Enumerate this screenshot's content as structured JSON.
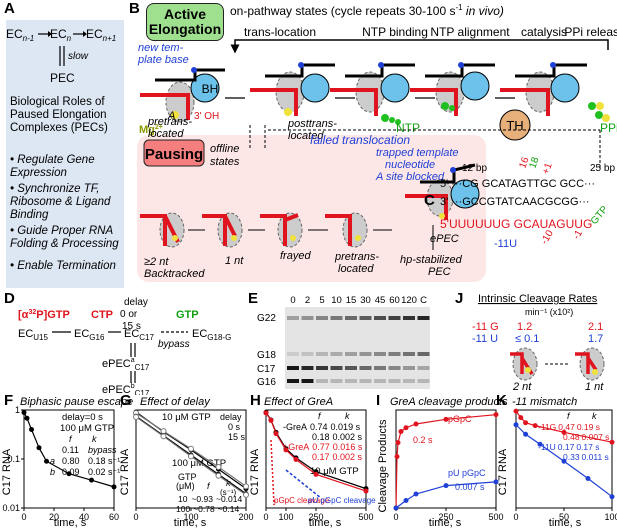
{
  "panels": {
    "A": {
      "letter": "A",
      "scheme_top": "EC",
      "sub_n1": "n-1",
      "sub_n": "n",
      "sub_np1": "n+1",
      "slow": "slow",
      "pec": "PEC",
      "title": "Biological Roles of Paused Elongation Complexes (PECs)",
      "roles": [
        "Regulate Gene Expression",
        "Synchronize TF, Ribosome & Ligand Binding",
        "Guide Proper RNA Folding & Processing",
        "Enable Termination"
      ]
    },
    "B": {
      "letter": "B",
      "active_box": "Active Elongation",
      "onpath": "on-pathway states (cycle repeats 30-100 s",
      "onpath_tail": " in vivo)",
      "onpath_sup": "-1",
      "steps": [
        "trans-location",
        "NTP binding",
        "NTP alignment",
        "catalysis",
        "PPi release"
      ],
      "new_template": "new tem-plate base",
      "bh": "BH",
      "mg": "Mg",
      "mg_sup": "2+",
      "a": "A",
      "three_oh": "3' OH",
      "pretrans": "pretrans-located",
      "posttrans": "posttrans-located",
      "ntp": "NTP",
      "th": "TH",
      "ppi": "PPi",
      "failed": "failed translocation",
      "pausing_box": "Pausing",
      "offline": "offline states",
      "trapped": "trapped template nucleotide A site blocked",
      "backtracked": "Backtracked",
      "ge2nt": "≥2 nt",
      "one_nt": "1 nt",
      "frayed": "frayed",
      "pretrans2": "pretrans-located",
      "epec": "ePEC",
      "hp_pec": "hp-stabilized PEC"
    },
    "C": {
      "letter": "C",
      "bp12": "12 bp",
      "bp25": "25 bp",
      "top_strand_5": "5'",
      "top_strand": "···CG  GCATAGTTGC  GCC···",
      "bot_strand_3": "3'",
      "bot_strand": "···GCCGTATCAACGCGG···",
      "rna": "5'UUUUUUG GCAUAGUUG",
      "gtp": "GTP",
      "m11u": "-11U",
      "m10": "-10",
      "m1": "-1",
      "p1": "+1",
      "p16": "16",
      "p18": "18"
    },
    "D": {
      "letter": "D",
      "label1": "[α",
      "label1_sup": "32",
      "label1_tail": "P]GTP",
      "ctp": "CTP",
      "gtp": "GTP",
      "delay": "delay 0 or 15 s",
      "bypass": "bypass",
      "ec": "EC",
      "u15": "U15",
      "g16": "G16",
      "c17": "C17",
      "g18": "G18-G22",
      "epec_a": "ePEC",
      "epec_a_sup": "a",
      "epec_b": "ePEC",
      "epec_b_sup": "b"
    },
    "E": {
      "letter": "E",
      "times": [
        "0",
        "2",
        "5",
        "10",
        "15",
        "30",
        "45",
        "60",
        "120",
        "C"
      ],
      "bands": [
        "G22",
        "G18",
        "C17",
        "G16"
      ]
    },
    "F": {
      "letter": "F",
      "title": "Biphasic pause escape",
      "ylabel": "C17 RNA",
      "xlabel": "time, s",
      "legend1": "delay=0 s",
      "legend2": "100 μM GTP",
      "hdr_f": "f",
      "hdr_k": "k",
      "row_a": [
        "0.11",
        "bypass"
      ],
      "row_b_label": "a",
      "row_b": [
        "0.80",
        "0.18 s⁻¹"
      ],
      "row_c_label": "b",
      "row_c": [
        "0.09",
        "0.02 s⁻¹"
      ]
    },
    "G": {
      "letter": "G",
      "title": "Effect of delay",
      "ylabel": "C17 RNA",
      "xlabel": "time, s",
      "gtp10": "10 μM GTP",
      "gtp100": "100 μM GTP",
      "delay_hdr": "delay",
      "delay0": "0 s",
      "delay15": "15 s",
      "tbl_gtp": "GTP",
      "tbl_um": "(μM)",
      "tbl_f": "f",
      "tbl_k": "k",
      "tbl_unit": "(s⁻¹)",
      "r10": [
        "10",
        "~0.93",
        "~0.014"
      ],
      "r100": [
        "100",
        "~0.78",
        "~0.14"
      ]
    },
    "H": {
      "letter": "H",
      "title": "Effect of GreA",
      "ylabel": "C17 RNA",
      "xlabel": "time, s",
      "hdr_f": "f",
      "hdr_k": "k",
      "minus": "-GreA",
      "minus_vals": [
        "0.74",
        "0.019 s"
      ],
      "m2": [
        "0.18",
        "0.002 s"
      ],
      "plus": "+GreA",
      "plus_vals": [
        "0.77",
        "0.016 s"
      ],
      "p2": [
        "0.17",
        "0.002 s"
      ],
      "gtp": "10 μM GTP",
      "cleave1": "pGpC cleavage",
      "cleave2": "pU pGpC cleavage"
    },
    "I": {
      "letter": "I",
      "title": "GreA cleavage products",
      "ylabel": "Cleavage Products",
      "xlabel": "time, s",
      "pgpc": "pGpC",
      "pgpc_rate": "0.2 s",
      "pupgpc": "pU pGpC",
      "pupgpc_rate": "0.007 s"
    },
    "J": {
      "letter": "J",
      "title": "Intrinsic Cleavage Rates",
      "unit": "min⁻¹ (x10²)",
      "g11": "-11 G",
      "u11": "-11 U",
      "g_left": "1.2",
      "u_left": "≤ 0.1",
      "g_right": "2.1",
      "u_right": "1.7",
      "nt2": "2 nt",
      "nt1": "1 nt"
    },
    "K": {
      "letter": "K",
      "title": "-11 mismatch",
      "ylabel": "C17 RNA",
      "xlabel": "time, s",
      "hdr_f": "f",
      "hdr_k": "k",
      "g1": [
        "-11G",
        "0.47",
        "0.19 s"
      ],
      "g2": [
        "",
        "0.48",
        "0.007 s"
      ],
      "u1": [
        "-11U",
        "0.17",
        "0.17 s"
      ],
      "u2": [
        "",
        "0.33",
        "0.011 s"
      ]
    }
  },
  "colors": {
    "rna": "#e0141e",
    "template": "#1f3fd6",
    "ntp": "#21c021",
    "bh": "#6cc2ea",
    "th": "#e7b07a",
    "mg": "#f0e23a",
    "paneA_bg": "#dde6f3",
    "pausing_bg": "#fde7e6"
  },
  "chart_data": [
    {
      "panel": "F",
      "type": "scatter",
      "title": "Biphasic pause escape",
      "xlabel": "time, s",
      "ylabel": "C17 RNA",
      "yscale": "log",
      "xlim": [
        0,
        60
      ],
      "ylim": [
        0.01,
        1
      ],
      "x_ticks": [
        0,
        20,
        40,
        60
      ],
      "y_ticks": [
        0.01,
        0.1,
        1
      ],
      "series": [
        {
          "values": [
            [
              0,
              0.89
            ],
            [
              2,
              0.68
            ],
            [
              5,
              0.4
            ],
            [
              10,
              0.17
            ],
            [
              15,
              0.09
            ],
            [
              30,
              0.05
            ],
            [
              45,
              0.037
            ],
            [
              60,
              0.027
            ]
          ]
        }
      ]
    },
    {
      "panel": "G",
      "type": "scatter",
      "title": "Effect of delay",
      "xlabel": "time, s",
      "ylabel": "C17 RNA",
      "yscale": "log",
      "xlim": [
        0,
        200
      ],
      "x_ticks": [
        0,
        100,
        200
      ],
      "series": [
        {
          "name": "0 s",
          "values": [
            [
              0,
              0.93
            ],
            [
              50,
              0.46
            ],
            [
              100,
              0.24
            ],
            [
              150,
              0.12
            ],
            [
              200,
              0.06
            ]
          ]
        },
        {
          "name": "15 s",
          "values": [
            [
              0,
              0.9
            ],
            [
              50,
              0.47
            ],
            [
              100,
              0.25
            ],
            [
              150,
              0.13
            ],
            [
              200,
              0.065
            ]
          ]
        },
        {
          "name": "0 s",
          "values": [
            [
              0,
              0.8
            ],
            [
              5,
              0.4
            ],
            [
              10,
              0.2
            ],
            [
              15,
              0.1
            ],
            [
              20,
              0.05
            ]
          ]
        },
        {
          "name": "15 s",
          "values": [
            [
              0,
              0.78
            ],
            [
              5,
              0.39
            ],
            [
              10,
              0.19
            ],
            [
              15,
              0.095
            ],
            [
              20,
              0.048
            ]
          ]
        }
      ]
    },
    {
      "panel": "H",
      "type": "scatter",
      "title": "Effect of GreA",
      "xlabel": "time, s",
      "ylabel": "C17 RNA",
      "yscale": "log",
      "xlim": [
        0,
        500
      ],
      "x_ticks": [
        0,
        100,
        250,
        500
      ],
      "series": [
        {
          "name": "-GreA",
          "values": [
            [
              0,
              0.92
            ],
            [
              25,
              0.7
            ],
            [
              50,
              0.45
            ],
            [
              100,
              0.25
            ],
            [
              150,
              0.18
            ],
            [
              250,
              0.11
            ],
            [
              500,
              0.06
            ]
          ]
        },
        {
          "name": "+GreA",
          "values": [
            [
              0,
              0.9
            ],
            [
              25,
              0.69
            ],
            [
              50,
              0.43
            ],
            [
              100,
              0.24
            ],
            [
              150,
              0.17
            ],
            [
              250,
              0.1
            ],
            [
              500,
              0.055
            ]
          ]
        }
      ]
    },
    {
      "panel": "I",
      "type": "scatter",
      "title": "GreA cleavage products",
      "xlabel": "time, s",
      "ylabel": "Cleavage Products",
      "xlim": [
        0,
        500
      ],
      "x_ticks": [
        0,
        250,
        500
      ],
      "series": [
        {
          "name": "pGpC",
          "values": [
            [
              0,
              0.0
            ],
            [
              5,
              0.55
            ],
            [
              10,
              0.7
            ],
            [
              25,
              0.82
            ],
            [
              50,
              0.86
            ],
            [
              100,
              0.9
            ],
            [
              250,
              0.95
            ],
            [
              500,
              1.0
            ]
          ]
        },
        {
          "name": "pU pGpC",
          "values": [
            [
              0,
              0.0
            ],
            [
              50,
              0.08
            ],
            [
              100,
              0.15
            ],
            [
              250,
              0.24
            ],
            [
              500,
              0.28
            ]
          ]
        }
      ]
    },
    {
      "panel": "K",
      "type": "scatter",
      "title": "-11 mismatch",
      "xlabel": "time, s",
      "ylabel": "C17 RNA",
      "yscale": "log",
      "xlim": [
        0,
        100
      ],
      "x_ticks": [
        0,
        50,
        100
      ],
      "series": [
        {
          "name": "-11G",
          "values": [
            [
              0,
              0.95
            ],
            [
              5,
              0.7
            ],
            [
              10,
              0.55
            ],
            [
              20,
              0.48
            ],
            [
              50,
              0.35
            ],
            [
              100,
              0.22
            ]
          ]
        },
        {
          "name": "-11U",
          "values": [
            [
              0,
              0.5
            ],
            [
              10,
              0.32
            ],
            [
              25,
              0.2
            ],
            [
              50,
              0.09
            ],
            [
              75,
              0.04
            ],
            [
              100,
              0.017
            ]
          ]
        }
      ]
    }
  ]
}
